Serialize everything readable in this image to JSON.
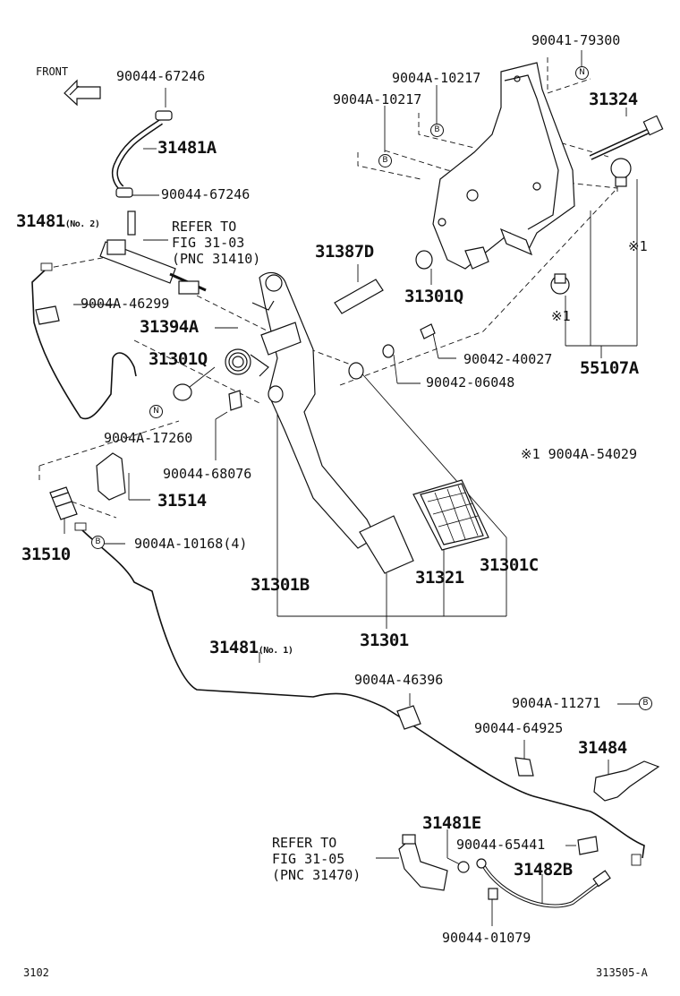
{
  "front_label": "FRONT",
  "labels": {
    "p90041_79300": "90041-79300",
    "p9004a_10217_a": "9004A-10217",
    "p9004a_10217_b": "9004A-10217",
    "p90044_67246_a": "90044-67246",
    "p31481a": "31481A",
    "p90044_67246_b": "90044-67246",
    "p31324": "31324",
    "p31481": "31481",
    "p31481_sub": "(No. 2)",
    "refer_1": "REFER TO\nFIG 31-03\n(PNC 31410)",
    "p31387d": "31387D",
    "p9004a_46299": "9004A-46299",
    "p31301q_a": "31301Q",
    "p31394a": "31394A",
    "p31301q_b": "31301Q",
    "star_a": "※1",
    "star_b": "※1",
    "p90042_40027": "90042-40027",
    "p55107a": "55107A",
    "p90042_06048": "90042-06048",
    "p9004a_17260": "9004A-17260",
    "p90044_68076": "90044-68076",
    "note_star": "※1  9004A-54029",
    "p31514": "31514",
    "p9004a_10168": "9004A-10168(4)",
    "p31510": "31510",
    "p31301b": "31301B",
    "p31321": "31321",
    "p31301c": "31301C",
    "p31301": "31301",
    "p31481_no1": "31481",
    "p31481_no1_sub": "(No. 1)",
    "p9004a_46396": "9004A-46396",
    "p9004a_11271": "9004A-11271",
    "p90044_64925": "90044-64925",
    "p31484": "31484",
    "p31481e": "31481E",
    "refer_2": "REFER TO\nFIG 31-05\n(PNC 31470)",
    "p90044_65441": "90044-65441",
    "p31482b": "31482B",
    "p90044_01079": "90044-01079"
  },
  "marks": {
    "n_top": "N",
    "b_1": "B",
    "b_2": "B",
    "n_left": "N",
    "b_3": "B",
    "b_4": "B"
  },
  "footer": {
    "left": "3102",
    "right": "313505-A"
  }
}
